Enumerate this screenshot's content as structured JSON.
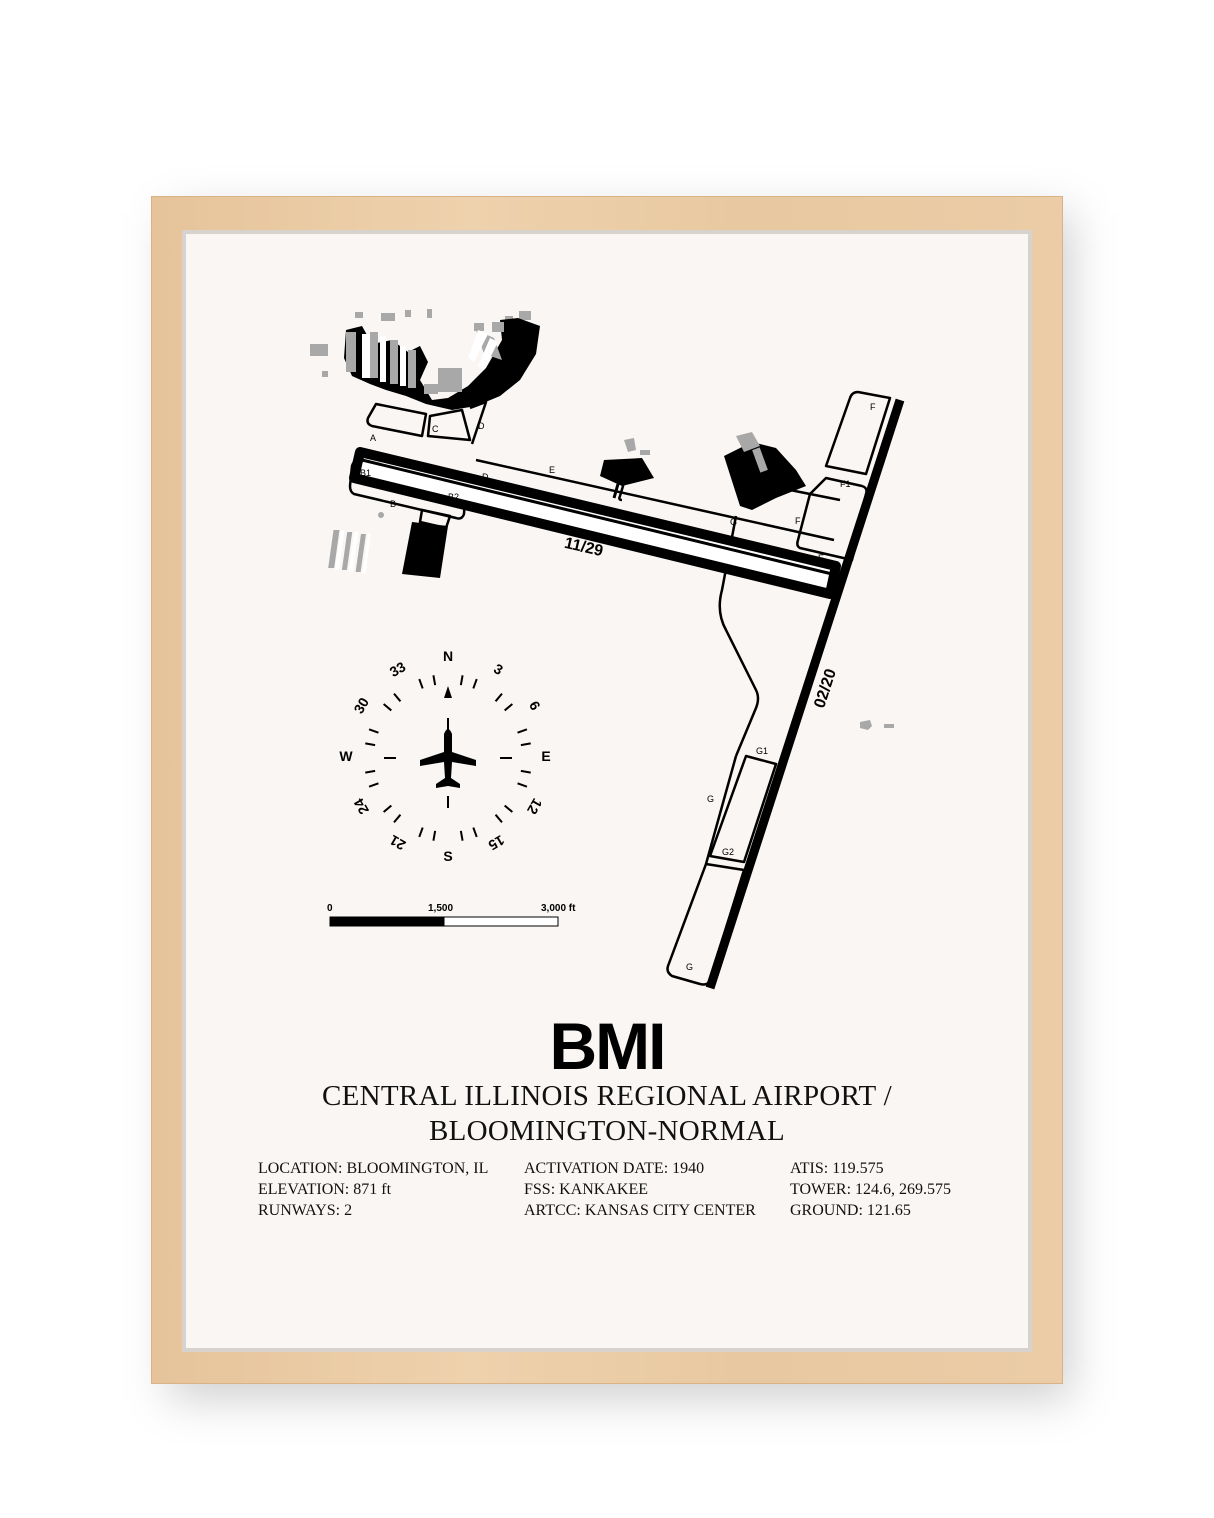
{
  "airport": {
    "code": "BMI",
    "name_line1": "CENTRAL ILLINOIS REGIONAL AIRPORT /",
    "name_line2": "BLOOMINGTON-NORMAL"
  },
  "info": {
    "col1": [
      "LOCATION: BLOOMINGTON, IL",
      "ELEVATION: 871 ft",
      "RUNWAYS: 2"
    ],
    "col2": [
      "ACTIVATION DATE: 1940",
      "FSS: KANKAKEE",
      "ARTCC: KANSAS CITY CENTER"
    ],
    "col3": [
      "ATIS: 119.575",
      "TOWER: 124.6, 269.575",
      "GROUND: 121.65"
    ]
  },
  "runways": {
    "r1": "11/29",
    "r2": "02/20"
  },
  "taxiways": {
    "A": "A",
    "B": "B",
    "B1": "B1",
    "B2": "B2",
    "C": "C",
    "D_north": "D",
    "D_south": "D",
    "E_west": "E",
    "E_east": "E",
    "F_north": "F",
    "F_mid": "F",
    "F1": "F1",
    "G_north": "G",
    "G_mid": "G",
    "G_south": "G",
    "G1": "G1",
    "G2": "G2"
  },
  "compass": {
    "N": "N",
    "E": "E",
    "S": "S",
    "W": "W",
    "d3": "3",
    "d6": "6",
    "d12": "12",
    "d15": "15",
    "d21": "21",
    "d24": "24",
    "d30": "30",
    "d33": "33"
  },
  "scale": {
    "zero": "0",
    "mid": "1,500",
    "max": "3,000 ft"
  },
  "colors": {
    "ink": "#000000",
    "paper": "#f9f6f3",
    "building_gray": "#a8a8a8",
    "frame_wood": "#e9c9a2"
  }
}
